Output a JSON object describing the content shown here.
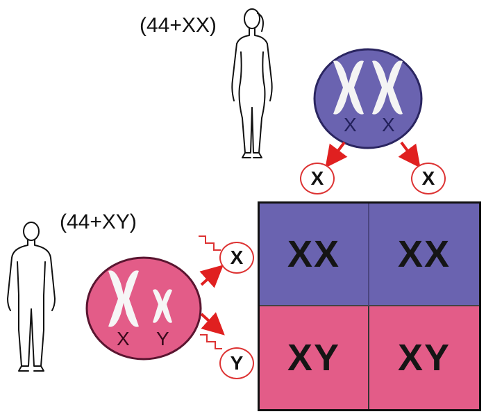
{
  "female": {
    "genotype": "(44+XX)",
    "chromosome_labels": [
      "X",
      "X"
    ],
    "gametes": [
      "X",
      "X"
    ]
  },
  "male": {
    "genotype": "(44+XY)",
    "chromosome_labels": [
      "X",
      "Y"
    ],
    "gametes": [
      "X",
      "Y"
    ]
  },
  "punnett": {
    "cells": [
      "XX",
      "XX",
      "XY",
      "XY"
    ]
  },
  "colors": {
    "female_cell": "#6a63b0",
    "male_cell": "#e35c88",
    "arrow": "#e02020"
  }
}
